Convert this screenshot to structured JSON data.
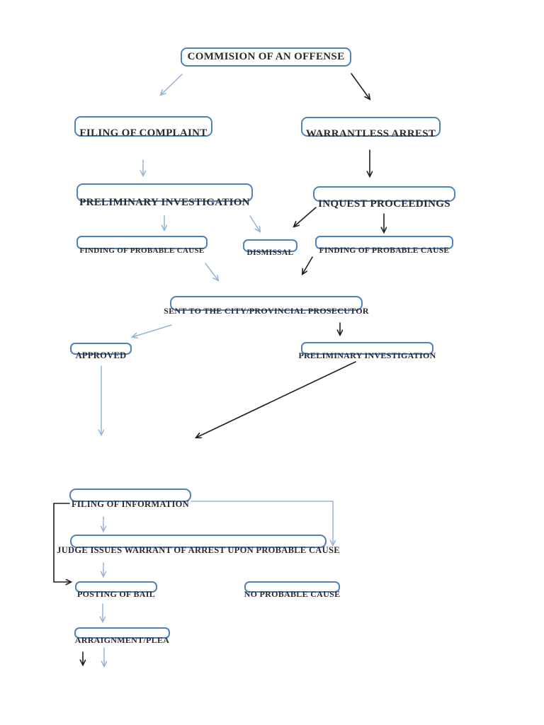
{
  "palette": {
    "box_border": "#4f81bd",
    "arrow_blue": "#95b3d7",
    "arrow_black": "#1f1f1f",
    "text": "#2a2a2a",
    "background": "#ffffff"
  },
  "nodes": {
    "commission": {
      "label": "COMMISION OF AN OFFENSE"
    },
    "filing_complaint": {
      "label": "FILING OF COMPLAINT"
    },
    "warrantless": {
      "label": "WARRANTLESS ARREST"
    },
    "prelim_inv_1": {
      "label": "PRELIMINARY INVESTIGATION"
    },
    "inquest": {
      "label": "INQUEST PROCEEDINGS"
    },
    "finding_left": {
      "label": "FINDING OF PROBABLE CAUSE"
    },
    "dismissal": {
      "label": "DISMISSAL"
    },
    "finding_right": {
      "label": "FINDING OF PROBABLE CAUSE"
    },
    "sent_prosecutor": {
      "label": "SENT TO THE CITY/PROVINCIAL PROSECUTOR"
    },
    "approved": {
      "label": "APPROVED"
    },
    "prelim_inv_2": {
      "label": "PRELIMINARY INVESTIGATION"
    },
    "filing_info": {
      "label": "FILING OF INFORMATION"
    },
    "judge_warrant": {
      "label": "JUDGE ISSUES WARRANT OF ARREST UPON PROBABLE CAUSE"
    },
    "posting_bail": {
      "label": "POSTING OF BAIL"
    },
    "no_probable_cause": {
      "label": "NO PROBABLE CAUSE"
    },
    "arraignment": {
      "label": "ARRAIGNMENT/PLEA"
    }
  },
  "edges": [
    {
      "from": "commission",
      "to": "filing_complaint",
      "color": "blue"
    },
    {
      "from": "commission",
      "to": "warrantless",
      "color": "black"
    },
    {
      "from": "filing_complaint",
      "to": "prelim_inv_1",
      "color": "blue"
    },
    {
      "from": "warrantless",
      "to": "inquest",
      "color": "black"
    },
    {
      "from": "prelim_inv_1",
      "to": "finding_left",
      "color": "blue"
    },
    {
      "from": "prelim_inv_1",
      "to": "dismissal",
      "color": "blue"
    },
    {
      "from": "inquest",
      "to": "dismissal",
      "color": "black"
    },
    {
      "from": "inquest",
      "to": "finding_right",
      "color": "black"
    },
    {
      "from": "finding_left",
      "to": "sent_prosecutor",
      "color": "blue"
    },
    {
      "from": "finding_right",
      "to": "sent_prosecutor",
      "color": "black"
    },
    {
      "from": "sent_prosecutor",
      "to": "approved",
      "color": "blue"
    },
    {
      "from": "sent_prosecutor",
      "to": "prelim_inv_2",
      "color": "black"
    },
    {
      "from": "approved",
      "to": "filing_info",
      "color": "blue"
    },
    {
      "from": "prelim_inv_2",
      "to": "filing_info",
      "color": "black"
    },
    {
      "from": "filing_info",
      "to": "judge_warrant",
      "color": "blue"
    },
    {
      "from": "filing_info",
      "to": "judge_warrant_right_elbow",
      "color": "blue"
    },
    {
      "from": "filing_info",
      "to": "posting_bail_left_elbow",
      "color": "black"
    },
    {
      "from": "judge_warrant",
      "to": "posting_bail",
      "color": "blue"
    },
    {
      "from": "posting_bail",
      "to": "arraignment",
      "color": "blue"
    },
    {
      "from": "arraignment",
      "to": "below_left",
      "color": "black"
    },
    {
      "from": "arraignment",
      "to": "below_right",
      "color": "blue"
    }
  ]
}
